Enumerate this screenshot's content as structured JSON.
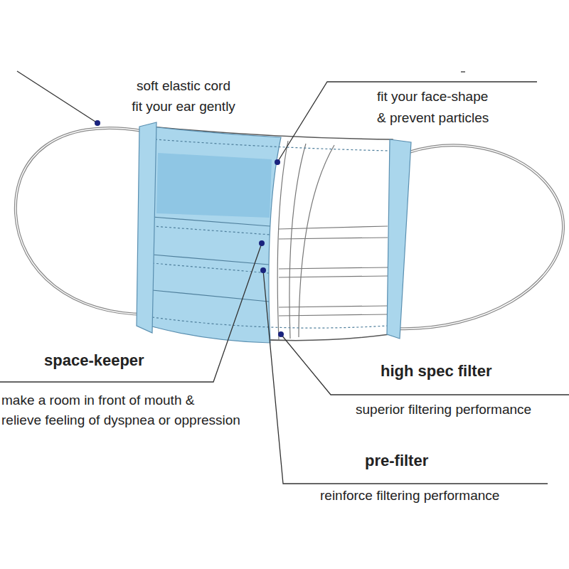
{
  "diagram": {
    "labels": [
      "soft elastic cord",
      "fit your ear gently",
      "fit your face-shape",
      "& prevent particles",
      "space-keeper",
      "make a room in front of mouth &",
      "relieve feeling of dyspnea or oppression",
      "high spec filter",
      "superior filtering performance",
      "pre-filter",
      "reinforce filtering performance"
    ]
  }
}
